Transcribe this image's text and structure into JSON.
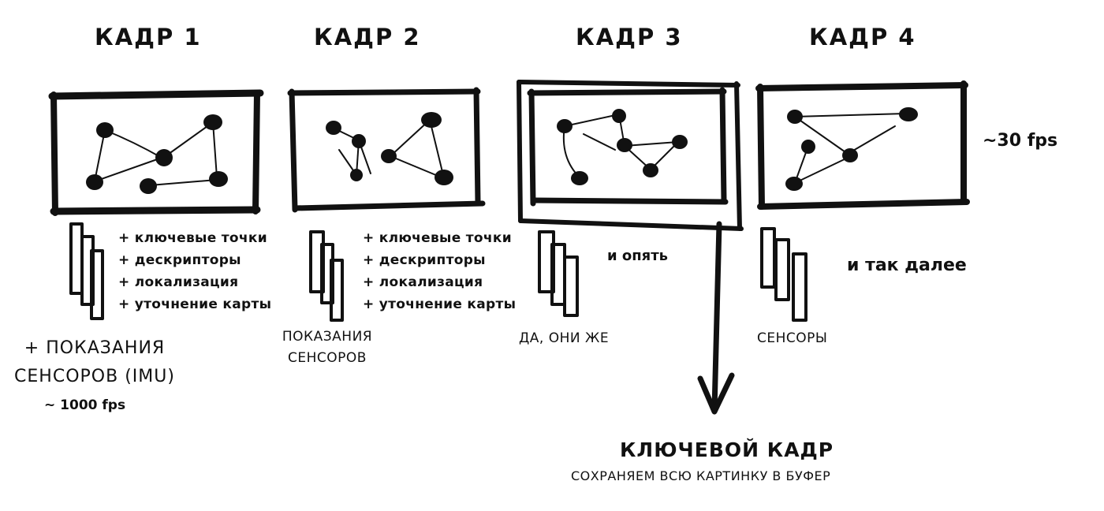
{
  "frames": [
    {
      "title": "КАДР 1"
    },
    {
      "title": "КАДР 2"
    },
    {
      "title": "КАДР 3"
    },
    {
      "title": "КАДР 4"
    }
  ],
  "fps_label": "~30 fps",
  "frame1": {
    "bullets": [
      "+ ключевые точки",
      "+ дескрипторы",
      "+ локализация",
      "+ уточнение карты"
    ],
    "sensor_line1": "+ ПОКАЗАНИЯ",
    "sensor_line2": "СЕНСОРОВ (IMU)",
    "sensor_fps": "~ 1000 fps"
  },
  "frame2": {
    "bullets": [
      "+ ключевые точки",
      "+ дескрипторы",
      "+ локализация",
      "+ уточнение карты"
    ],
    "sensor_line1": "ПОКАЗАНИЯ",
    "sensor_line2": "СЕНСОРОВ"
  },
  "frame3": {
    "note": "и опять",
    "sensor_label": "ДА, ОНИ ЖЕ"
  },
  "frame4": {
    "note": "и так далее",
    "sensor_label": "СЕНСОРЫ"
  },
  "keyframe": {
    "title": "КЛЮЧЕВОЙ КАДР",
    "subtitle": "СОХРАНЯЕМ ВСЮ КАРТИНКУ В БУФЕР"
  }
}
